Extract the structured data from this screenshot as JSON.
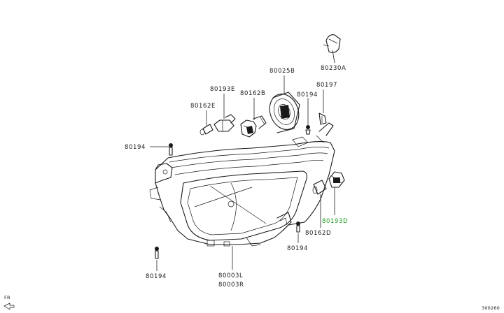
{
  "labels": {
    "p80230A": "80230A",
    "p80025B": "80025B",
    "p80197": "80197",
    "p80194_top": "80194",
    "p80193E": "80193E",
    "p80162B": "80162B",
    "p80162E": "80162E",
    "p80194_left": "80194",
    "p80193D": "80193D",
    "p80162D": "80162D",
    "p80194_mid": "80194",
    "p80194_bot": "80194",
    "p80003L": "80003L",
    "p80003R": "80003R"
  },
  "footer": {
    "direction_label": "FR",
    "figure_id": "300260"
  },
  "colors": {
    "highlight": "#1f9a1f",
    "line": "#1a1a1a"
  }
}
